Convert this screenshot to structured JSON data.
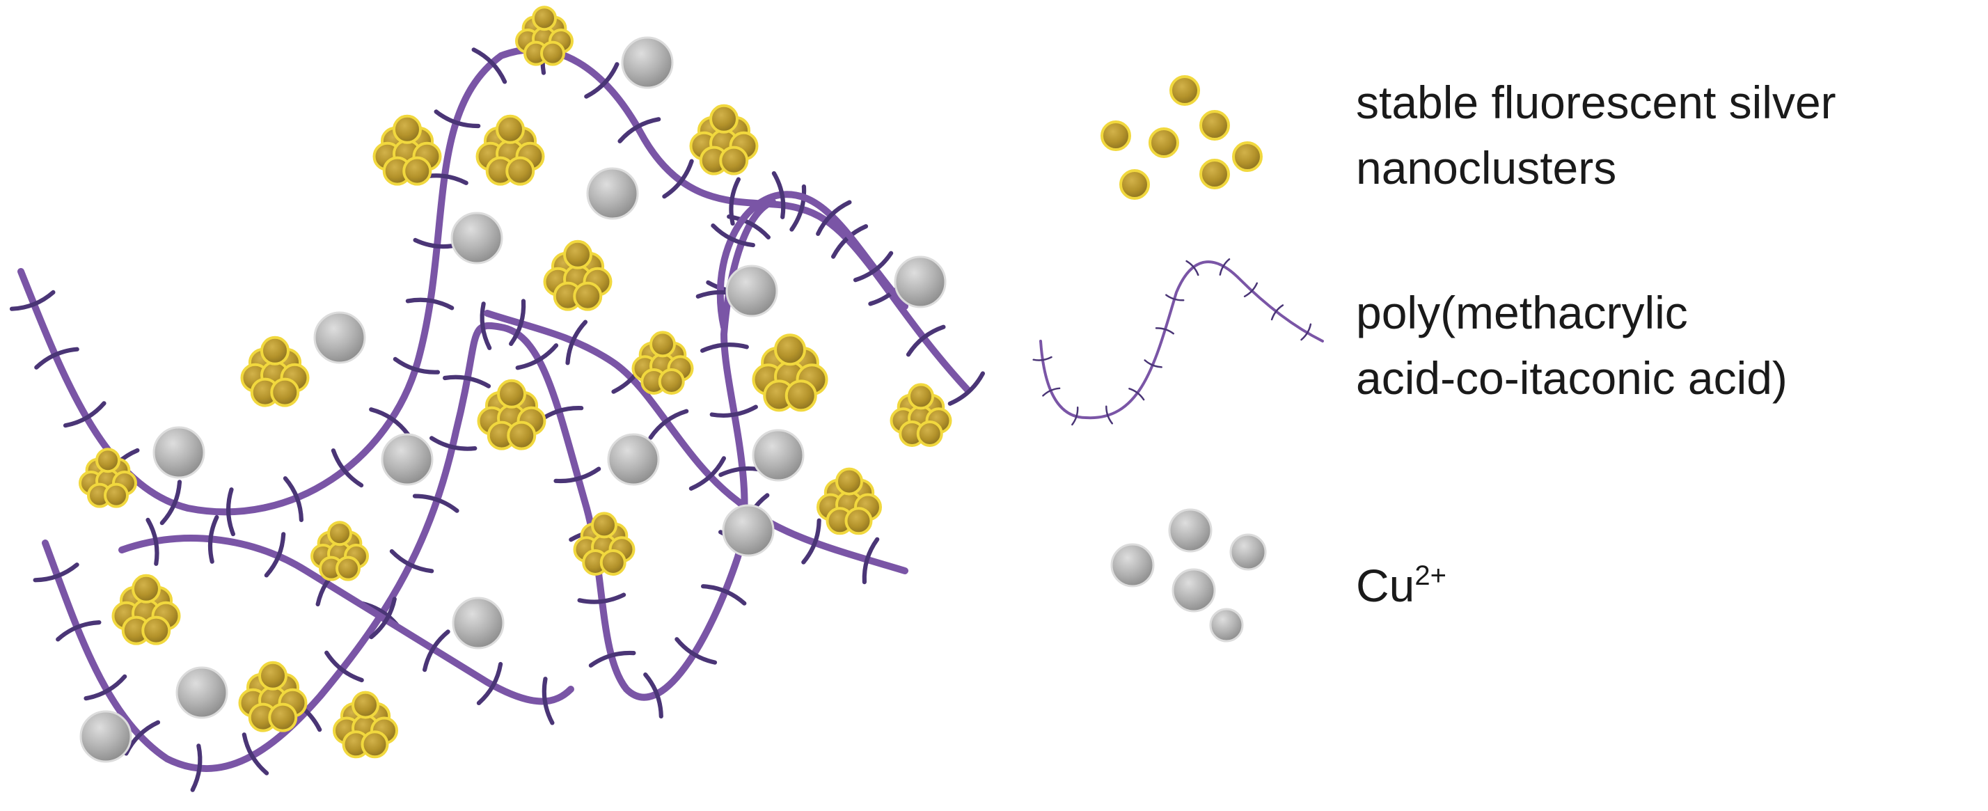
{
  "legend": {
    "silver": {
      "line1": "stable fluorescent silver",
      "line2": "nanoclusters"
    },
    "polymer": {
      "line1": "poly(methacrylic",
      "line2": "acid-co-itaconic acid)"
    },
    "copper": {
      "label": "Cu",
      "charge": "2+"
    }
  },
  "colors": {
    "polymer_chain": "#7a55a6",
    "polymer_tick": "#4a3576",
    "silver_fill": "#b7962a",
    "silver_edge": "#f1d83e",
    "copper_fill": "#a9a9a9",
    "copper_edge": "#dcdcdc"
  }
}
